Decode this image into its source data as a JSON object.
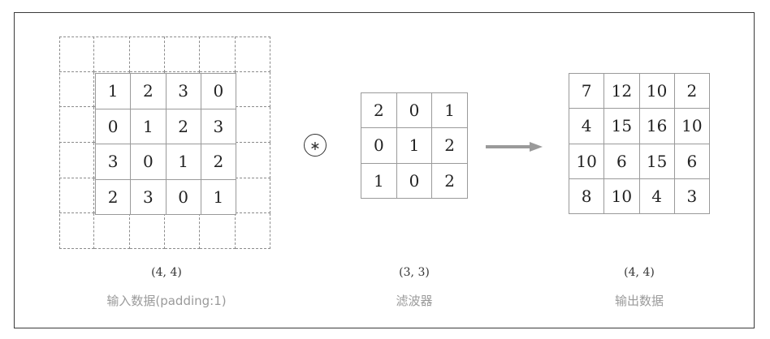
{
  "input": {
    "values": [
      [
        1,
        2,
        3,
        0
      ],
      [
        0,
        1,
        2,
        3
      ],
      [
        3,
        0,
        1,
        2
      ],
      [
        2,
        3,
        0,
        1
      ]
    ],
    "shape_label": "(4, 4)",
    "description": "输入数据(padding:1)"
  },
  "operator": {
    "symbol": "∗",
    "icon": "convolution-icon"
  },
  "filter": {
    "values": [
      [
        2,
        0,
        1
      ],
      [
        0,
        1,
        2
      ],
      [
        1,
        0,
        2
      ]
    ],
    "shape_label": "(3, 3)",
    "description": "滤波器"
  },
  "output": {
    "values": [
      [
        7,
        12,
        10,
        2
      ],
      [
        4,
        15,
        16,
        10
      ],
      [
        10,
        6,
        15,
        6
      ],
      [
        8,
        10,
        4,
        3
      ]
    ],
    "shape_label": "(4, 4)",
    "description": "输出数据"
  },
  "colors": {
    "arrow": "#9a9a9a",
    "grid_line": "#9a9a9a",
    "pad_line": "#8c8c8c",
    "muted_text": "#9a9a9a"
  }
}
